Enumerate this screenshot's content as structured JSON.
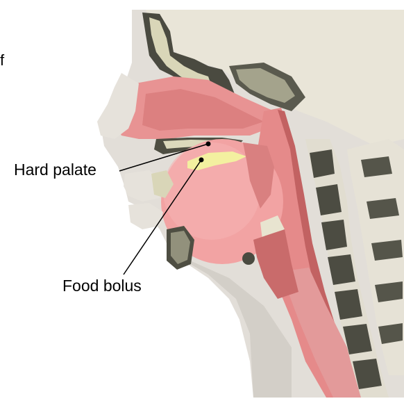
{
  "labels": {
    "hard_palate": "Hard palate",
    "food_bolus": "Food bolus",
    "edge_fragment": "f"
  },
  "colors": {
    "skin": "#e4e1db",
    "skin_shadow": "#cfcac2",
    "skull": "#e9e5d8",
    "bone_dark": "#4a4a40",
    "bone_light": "#d9d6b8",
    "tissue_pink": "#e58a8a",
    "tissue_dark": "#c96b6b",
    "tongue": "#f2a3a3",
    "bolus": "#f3f0a0",
    "leader_line": "#000000"
  }
}
